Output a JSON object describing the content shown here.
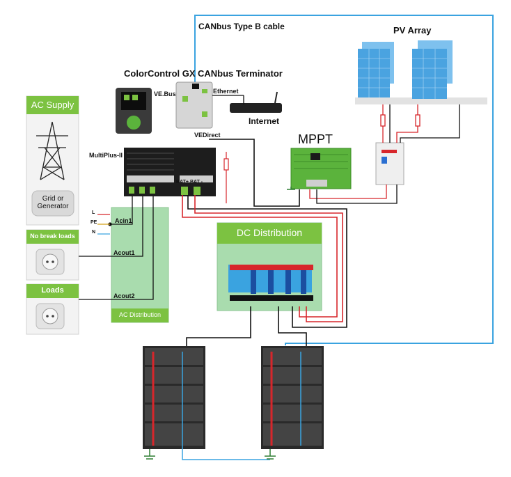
{
  "labels": {
    "canbus_cable": "CANbus Type B cable",
    "pv_array": "PV Array",
    "colorcontrol": "ColorControl GX",
    "canbus_terminator": "CANbus Terminator",
    "vebus": "VE.Bus",
    "ethernet": "Ethernet",
    "internet": "Internet",
    "vedirect": "VEDirect",
    "multiplus": "MultiPlus-II",
    "mppt": "MPPT",
    "ac_supply": "AC Supply",
    "grid_generator": "Grid or Generator",
    "no_break_loads": "No break loads",
    "loads": "Loads",
    "acin1": "Acin1",
    "acout1": "Acout1",
    "acout2": "Acout2",
    "ac_distribution": "AC Distribution",
    "dc_distribution": "DC Distribution",
    "bat_plus": "BAT+",
    "bat_minus": "BAT -",
    "terminal_l": "L",
    "terminal_pe": "PE",
    "terminal_n": "N"
  },
  "colors": {
    "green": "#7cc241",
    "light_green": "#a9dcae",
    "blue_wire": "#3aa3e0",
    "red_wire": "#d7262b",
    "black_wire": "#111111",
    "pv_blue": "#4aa3e0"
  }
}
